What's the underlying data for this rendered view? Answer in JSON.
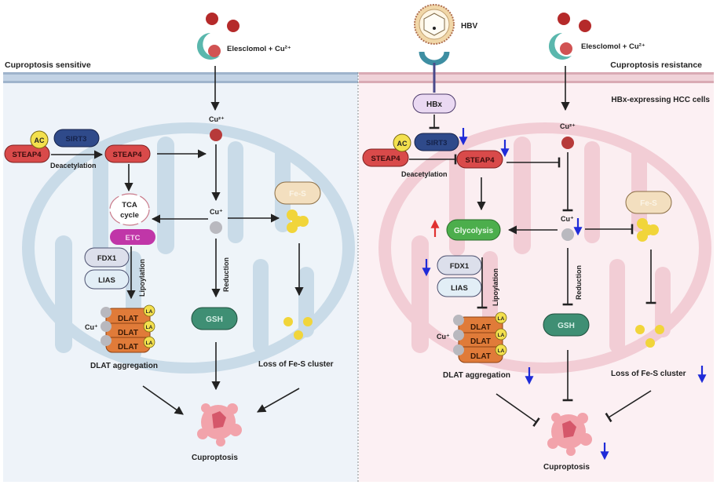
{
  "colors": {
    "left_panel_bg": "#eef3f9",
    "right_panel_bg": "#fcf0f3",
    "left_membrane": "#c3d3e5",
    "right_membrane": "#f0d2d8",
    "left_mito": "#c9dbe8",
    "right_mito": "#f2cdd5",
    "steap4": "#d94a4a",
    "sirt3": "#2f4a8a",
    "ac_badge": "#f3e04e",
    "etc": "#c036a8",
    "gsh": "#3f8f74",
    "glycolysis": "#4cae4c",
    "fes_box": "#f3dfbf",
    "fes_cluster": "#f1d53a",
    "dlat": "#e07b39",
    "cu2": "#b73a3a",
    "cu1": "#b9b9bf",
    "arrow_down": "#1f2bd8",
    "arrow_up": "#e03030"
  },
  "left": {
    "panel_label": "Cuproptosis sensitive",
    "drug_label": "Elesclomol + Cu²⁺",
    "cu2_label": "Cu²⁺",
    "cu1_label": "Cu⁺",
    "ac_label": "AC",
    "steap4_label": "STEAP4",
    "steap4b_label": "STEAP4",
    "sirt3_label": "SIRT3",
    "deacetylation_label": "Deacetylation",
    "tca_line1": "TCA",
    "tca_line2": "cycle",
    "etc_label": "ETC",
    "fdx1_label": "FDX1",
    "lias_label": "LIAS",
    "lipoylation_label": "Lipoylation",
    "reduction_label": "Reduction",
    "gsh_label": "GSH",
    "fes_label": "Fe-S",
    "dlat_labels": [
      "DLAT",
      "DLAT",
      "DLAT"
    ],
    "la_label": "LA",
    "cu_dlat_label": "Cu⁺",
    "dlat_aggregation_label": "DLAT aggregation",
    "loss_fes_label": "Loss of Fe-S cluster",
    "outcome_label": "Cuproptosis"
  },
  "right": {
    "panel_label": "Cuproptosis resistance",
    "cell_label": "HBx-expressing HCC cells",
    "virus_label": "HBV",
    "hbx_label": "HBx",
    "drug_label": "Elesclomol + Cu²⁺",
    "cu2_label": "Cu²⁺",
    "cu1_label": "Cu⁺",
    "ac_label": "AC",
    "steap4_label": "STEAP4",
    "steap4b_label": "STEAP4",
    "sirt3_label": "SIRT3",
    "deacetylation_label": "Deacetylation",
    "glycolysis_label": "Glycolysis",
    "fdx1_label": "FDX1",
    "lias_label": "LIAS",
    "lipoylation_label": "Lipoylation",
    "reduction_label": "Reduction",
    "gsh_label": "GSH",
    "fes_label": "Fe-S",
    "dlat_labels": [
      "DLAT",
      "DLAT",
      "DLAT"
    ],
    "la_label": "LA",
    "cu_dlat_label": "Cu⁺",
    "dlat_aggregation_label": "DLAT aggregation",
    "loss_fes_label": "Loss of Fe-S cluster",
    "outcome_label": "Cuproptosis",
    "changes": {
      "sirt3": "decreased",
      "steap4": "decreased",
      "glycolysis": "increased",
      "cu1": "decreased",
      "fdx1": "decreased",
      "dlat_aggregation": "decreased",
      "loss_fes": "decreased",
      "cuproptosis": "decreased"
    }
  }
}
